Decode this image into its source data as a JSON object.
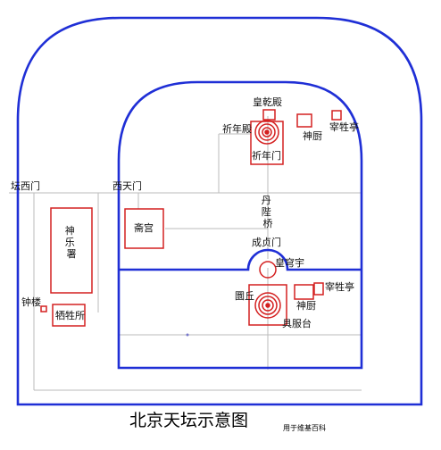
{
  "title": "北京天坛示意图",
  "credit": "用于维基百科",
  "colors": {
    "wall": "#1f2fd6",
    "building": "#d42020",
    "path": "#bbbbbb",
    "text": "#111111"
  },
  "labels": {
    "huangqian_dian": "皇乾殿",
    "qinian_dian": "祈年殿",
    "shenchu_north": "神厨",
    "zaishengting_north": "宰牲亭",
    "qinian_men": "祈年门",
    "tanxi_men": "坛西门",
    "xitian_men": "西天门",
    "danbi_qiao": "丹陛桥",
    "zhaigong": "斋宫",
    "shenyue_shu": "神乐署",
    "chengzhen_men": "成贞门",
    "huangqiong_yu": "皇穹宇",
    "zaishengting_south": "宰牲亭",
    "huanqiu": "圜丘",
    "shenchu_south": "神厨",
    "juffu_tai": "具服台",
    "zhonglou": "钟楼",
    "xishengsuo": "牺牲所"
  }
}
